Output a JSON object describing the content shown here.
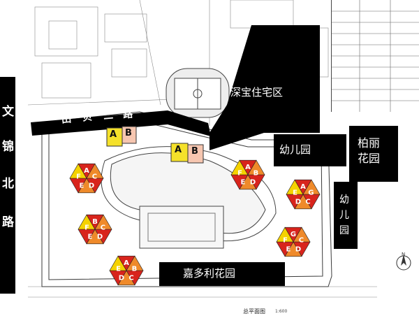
{
  "map": {
    "roads": {
      "west_road": [
        "文",
        "锦",
        "北",
        "路"
      ],
      "north_road": [
        "田",
        "贝",
        "二",
        "路"
      ]
    },
    "areas": {
      "shenbao": "深宝住宅区",
      "kindergarten_top": "幼儿园",
      "baili_line1": "柏丽",
      "baili_line2": "花园",
      "kindergarten_right": [
        "幼",
        "儿",
        "园"
      ],
      "jiaduoli": "嘉多利花园"
    },
    "unit_labels": {
      "ab_left": [
        "A",
        "B"
      ],
      "ab_center": [
        "A",
        "B"
      ],
      "tower_letters": [
        "A",
        "B",
        "C",
        "D",
        "E",
        "F",
        "G"
      ]
    },
    "drawing": {
      "title": "总平面图",
      "scale": "1:600",
      "north_mark": "N"
    },
    "colors": {
      "black_block": "#000000",
      "tower_red": "#d8241c",
      "tower_orange": "#ef8a2a",
      "tower_yellow": "#f5d200",
      "label_yellow": "#f5e12a",
      "label_pink": "#f6c6b0",
      "plan_line": "#3a3a3a"
    }
  }
}
